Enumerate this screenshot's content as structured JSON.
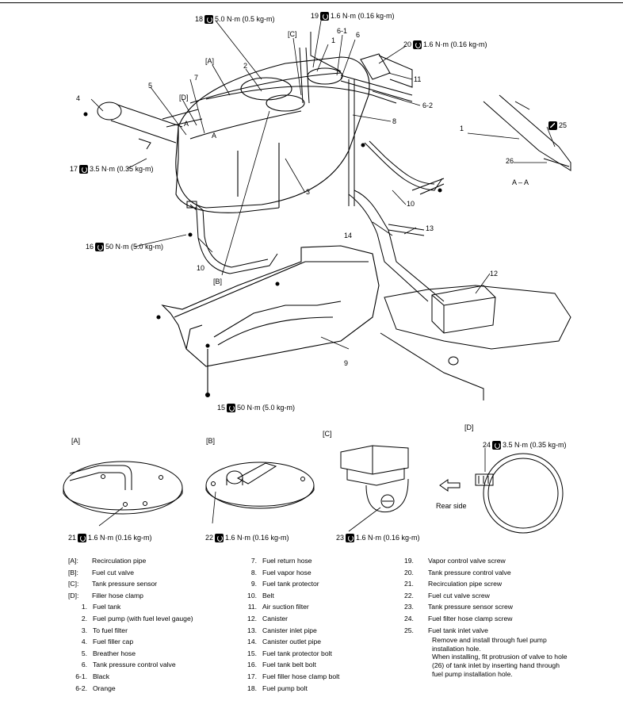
{
  "torque_specs": {
    "t18": {
      "num": "18",
      "value": "5.0 N·m (0.5 kg-m)"
    },
    "t19": {
      "num": "19",
      "value": "1.6 N·m (0.16 kg-m)"
    },
    "t20": {
      "num": "20",
      "value": "1.6 N·m (0.16 kg-m)"
    },
    "t17": {
      "num": "17",
      "value": "3.5 N·m (0.35 kg-m)"
    },
    "t16": {
      "num": "16",
      "value": "50 N·m (5.0 kg-m)"
    },
    "t15": {
      "num": "15",
      "value": "50 N·m (5.0 kg-m)"
    },
    "t21": {
      "num": "21",
      "value": "1.6 N·m (0.16 kg-m)"
    },
    "t22": {
      "num": "22",
      "value": "1.6 N·m (0.16 kg-m)"
    },
    "t23": {
      "num": "23",
      "value": "1.6 N·m (0.16 kg-m)"
    },
    "t24": {
      "num": "24",
      "value": "3.5 N·m (0.35 kg-m)"
    },
    "t25": {
      "num": "25"
    }
  },
  "callouts": {
    "c1": "1",
    "c2": "2",
    "c3": "3",
    "c4": "4",
    "c5": "5",
    "c6": "6",
    "c6_1": "6-1",
    "c6_2": "6-2",
    "c7": "7",
    "c8": "8",
    "c9": "9",
    "c10a": "10",
    "c10b": "10",
    "c11": "11",
    "c12": "12",
    "c13": "13",
    "c14": "14",
    "c26": "26",
    "c1_sec": "1",
    "A_top": "[A]",
    "B_top": "[B]",
    "C_top": "[C]",
    "D_top": "[D]",
    "A": "A",
    "A2": "A",
    "section": "A – A"
  },
  "details": {
    "A": "[A]",
    "B": "[B]",
    "C": "[C]",
    "D": "[D]",
    "rear_side": "Rear side"
  },
  "legend": {
    "col1": [
      {
        "key": "[A]:",
        "text": "Recirculation pipe"
      },
      {
        "key": "[B]:",
        "text": "Fuel cut valve"
      },
      {
        "key": "[C]:",
        "text": "Tank pressure sensor"
      },
      {
        "key": "[D]:",
        "text": "Filler hose clamp"
      },
      {
        "key": "1.",
        "text": "Fuel tank"
      },
      {
        "key": "2.",
        "text": "Fuel pump (with fuel level gauge)"
      },
      {
        "key": "3.",
        "text": "To fuel filter"
      },
      {
        "key": "4.",
        "text": "Fuel filler cap"
      },
      {
        "key": "5.",
        "text": "Breather hose"
      },
      {
        "key": "6.",
        "text": "Tank pressure control valve"
      },
      {
        "key": "6-1.",
        "text": "Black"
      },
      {
        "key": "6-2.",
        "text": "Orange"
      }
    ],
    "col2": [
      {
        "key": "7.",
        "text": "Fuel return hose"
      },
      {
        "key": "8.",
        "text": "Fuel vapor hose"
      },
      {
        "key": "9.",
        "text": "Fuel tank protector"
      },
      {
        "key": "10.",
        "text": "Belt"
      },
      {
        "key": "11.",
        "text": "Air suction filter"
      },
      {
        "key": "12.",
        "text": "Canister"
      },
      {
        "key": "13.",
        "text": "Canister inlet pipe"
      },
      {
        "key": "14.",
        "text": "Canister outlet pipe"
      },
      {
        "key": "15.",
        "text": "Fuel tank protector bolt"
      },
      {
        "key": "16.",
        "text": "Fuel tank belt bolt"
      },
      {
        "key": "17.",
        "text": "Fuel filler hose clamp bolt"
      },
      {
        "key": "18.",
        "text": "Fuel pump bolt"
      }
    ],
    "col3": [
      {
        "key": "19.",
        "text": "Vapor control valve screw"
      },
      {
        "key": "20.",
        "text": "Tank pressure control valve"
      },
      {
        "key": "21.",
        "text": "Recirculation pipe screw"
      },
      {
        "key": "22.",
        "text": "Fuel cut valve screw"
      },
      {
        "key": "23.",
        "text": "Tank pressure sensor screw"
      },
      {
        "key": "24.",
        "text": "Fuel filter hose clamp screw"
      },
      {
        "key": "25.",
        "text": "Fuel tank inlet valve"
      }
    ],
    "col3_note": [
      "Remove and install through fuel pump",
      "installation hole.",
      "When installing, fit protrusion of valve to hole",
      "(26) of tank inlet by inserting hand through",
      "fuel pump installation hole."
    ]
  }
}
